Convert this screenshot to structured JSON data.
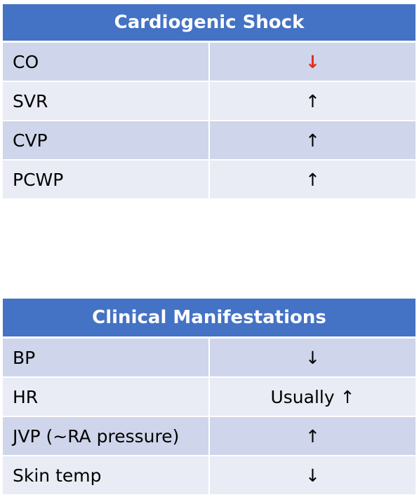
{
  "shock_table": {
    "title": "Cardiogenic Shock",
    "rows": [
      {
        "label": "CO",
        "value": "↓"
      },
      {
        "label": "SVR",
        "value": "↑"
      },
      {
        "label": "CVP",
        "value": "↑"
      },
      {
        "label": "PCWP",
        "value": "↑"
      }
    ]
  },
  "clinical_table": {
    "title": "Clinical Manifestations",
    "rows": [
      {
        "label": "BP",
        "value": "↓"
      },
      {
        "label": "HR",
        "value": "Usually ↑"
      },
      {
        "label": "JVP (~RA pressure)",
        "value": "↑"
      },
      {
        "label": "Skin temp",
        "value": "↓"
      }
    ]
  },
  "colors": {
    "header_bg": "#4472c4",
    "row_dark": "#cfd5ea",
    "row_light": "#e9ebf5",
    "highlight_arrow": "#e52b1f"
  }
}
